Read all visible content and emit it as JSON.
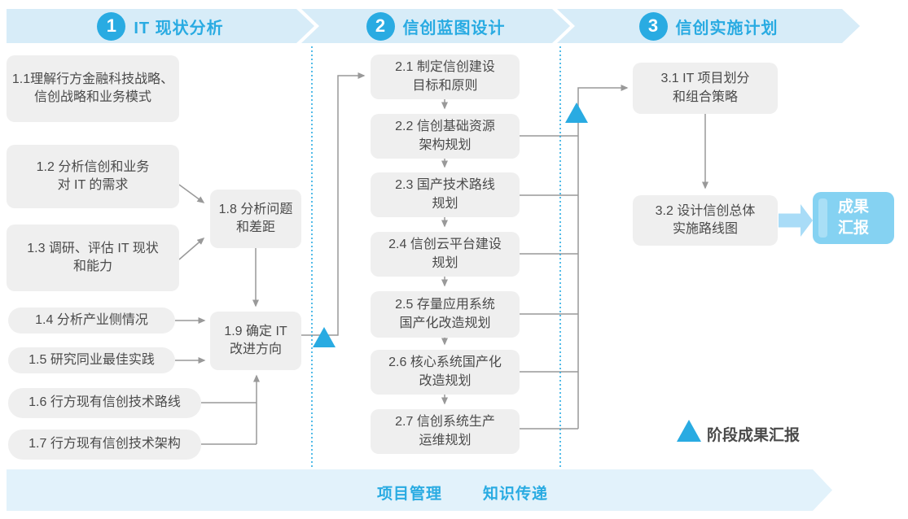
{
  "colors": {
    "accent": "#29ABE2",
    "band_top": "#D7ECF8",
    "band_bottom": "#E2F2FB",
    "box_gray": "#EFEFEF",
    "box_text": "#4A4A4A",
    "connector": "#999999",
    "result_blue": "#85D2F2",
    "fat_arrow": "#A9DCF7"
  },
  "phases": [
    {
      "number": "1",
      "title": "IT 现状分析"
    },
    {
      "number": "2",
      "title": "信创蓝图设计"
    },
    {
      "number": "3",
      "title": "信创实施计划"
    }
  ],
  "phase1": {
    "boxes": [
      {
        "id": "1.1",
        "text": "1.1理解行方金融科技战略、\n信创战略和业务模式"
      },
      {
        "id": "1.2",
        "text": "1.2 分析信创和业务\n对 IT 的需求"
      },
      {
        "id": "1.3",
        "text": "1.3 调研、评估 IT 现状\n和能力"
      },
      {
        "id": "1.4",
        "text": "1.4 分析产业侧情况"
      },
      {
        "id": "1.5",
        "text": "1.5 研究同业最佳实践"
      },
      {
        "id": "1.6",
        "text": "1.6 行方现有信创技术路线"
      },
      {
        "id": "1.7",
        "text": "1.7 行方现有信创技术架构"
      },
      {
        "id": "1.8",
        "text": "1.8 分析问题\n和差距"
      },
      {
        "id": "1.9",
        "text": "1.9 确定 IT\n改进方向"
      }
    ]
  },
  "phase2": {
    "boxes": [
      {
        "id": "2.1",
        "text": "2.1 制定信创建设\n目标和原则"
      },
      {
        "id": "2.2",
        "text": "2.2 信创基础资源\n架构规划"
      },
      {
        "id": "2.3",
        "text": "2.3 国产技术路线\n规划"
      },
      {
        "id": "2.4",
        "text": "2.4 信创云平台建设\n规划"
      },
      {
        "id": "2.5",
        "text": "2.5 存量应用系统\n国产化改造规划"
      },
      {
        "id": "2.6",
        "text": "2.6 核心系统国产化\n改造规划"
      },
      {
        "id": "2.7",
        "text": "2.7 信创系统生产\n运维规划"
      }
    ]
  },
  "phase3": {
    "boxes": [
      {
        "id": "3.1",
        "text": "3.1 IT 项目划分\n和组合策略"
      },
      {
        "id": "3.2",
        "text": "3.2 设计信创总体\n实施路线图"
      }
    ],
    "result_label": "成果\n汇报"
  },
  "legend": {
    "label": "阶段成果汇报"
  },
  "footer": {
    "left_label": "项目管理",
    "right_label": "知识传递"
  }
}
